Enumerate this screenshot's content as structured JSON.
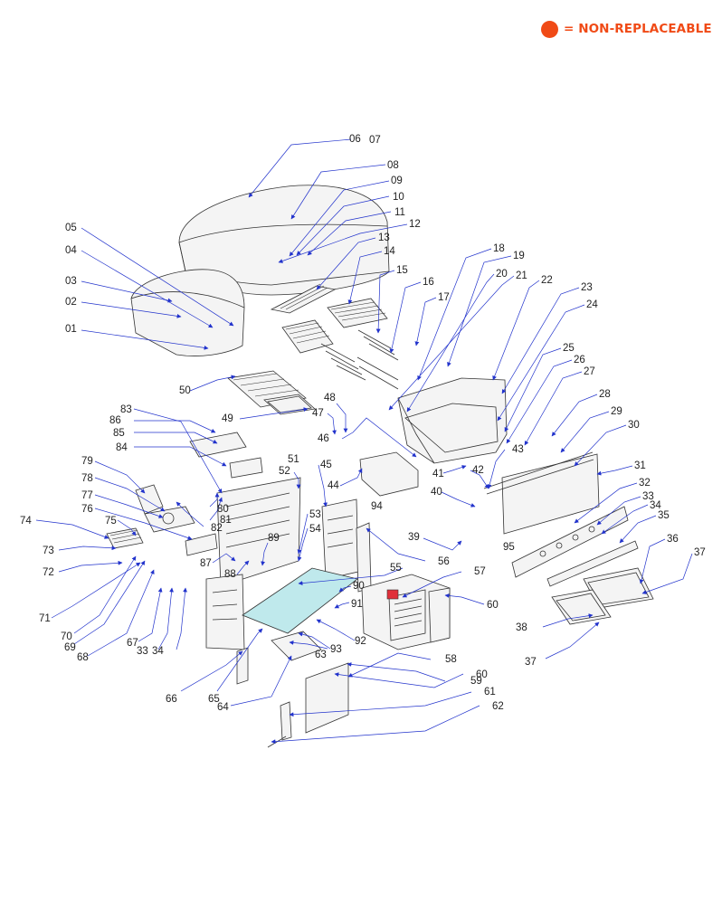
{
  "legend": {
    "text": "= NON-REPLACEABLE",
    "color": "#f04a16"
  },
  "colors": {
    "leader": "#2233cc",
    "part_stroke": "#333333",
    "highlight": "#bfe9ec",
    "marker": "#e0303a"
  },
  "labels": [
    {
      "id": "01",
      "text": "01"
    },
    {
      "id": "02",
      "text": "02"
    },
    {
      "id": "03",
      "text": "03"
    },
    {
      "id": "04",
      "text": "04"
    },
    {
      "id": "05",
      "text": "05"
    },
    {
      "id": "06",
      "text": "06"
    },
    {
      "id": "07",
      "text": "07"
    },
    {
      "id": "08",
      "text": "08"
    },
    {
      "id": "09",
      "text": "09"
    },
    {
      "id": "10",
      "text": "10"
    },
    {
      "id": "11",
      "text": "11"
    },
    {
      "id": "12",
      "text": "12"
    },
    {
      "id": "13",
      "text": "13"
    },
    {
      "id": "14",
      "text": "14"
    },
    {
      "id": "15",
      "text": "15"
    },
    {
      "id": "16",
      "text": "16"
    },
    {
      "id": "17",
      "text": "17"
    },
    {
      "id": "18",
      "text": "18"
    },
    {
      "id": "19",
      "text": "19"
    },
    {
      "id": "20",
      "text": "20"
    },
    {
      "id": "21",
      "text": "21"
    },
    {
      "id": "22",
      "text": "22"
    },
    {
      "id": "23",
      "text": "23"
    },
    {
      "id": "24",
      "text": "24"
    },
    {
      "id": "25",
      "text": "25"
    },
    {
      "id": "26",
      "text": "26"
    },
    {
      "id": "27",
      "text": "27"
    },
    {
      "id": "28",
      "text": "28"
    },
    {
      "id": "29",
      "text": "29"
    },
    {
      "id": "30",
      "text": "30"
    },
    {
      "id": "31",
      "text": "31"
    },
    {
      "id": "32",
      "text": "32"
    },
    {
      "id": "33a",
      "text": "33"
    },
    {
      "id": "34a",
      "text": "34"
    },
    {
      "id": "35",
      "text": "35"
    },
    {
      "id": "36",
      "text": "36"
    },
    {
      "id": "37a",
      "text": "37"
    },
    {
      "id": "37b",
      "text": "37"
    },
    {
      "id": "38",
      "text": "38"
    },
    {
      "id": "39",
      "text": "39"
    },
    {
      "id": "40",
      "text": "40"
    },
    {
      "id": "41",
      "text": "41"
    },
    {
      "id": "42",
      "text": "42"
    },
    {
      "id": "43",
      "text": "43"
    },
    {
      "id": "44",
      "text": "44"
    },
    {
      "id": "45",
      "text": "45"
    },
    {
      "id": "46",
      "text": "46"
    },
    {
      "id": "47",
      "text": "47"
    },
    {
      "id": "48",
      "text": "48"
    },
    {
      "id": "49",
      "text": "49"
    },
    {
      "id": "50",
      "text": "50"
    },
    {
      "id": "51",
      "text": "51"
    },
    {
      "id": "52",
      "text": "52"
    },
    {
      "id": "53",
      "text": "53"
    },
    {
      "id": "54",
      "text": "54"
    },
    {
      "id": "55",
      "text": "55"
    },
    {
      "id": "56",
      "text": "56"
    },
    {
      "id": "57",
      "text": "57"
    },
    {
      "id": "58",
      "text": "58"
    },
    {
      "id": "59",
      "text": "59"
    },
    {
      "id": "60a",
      "text": "60"
    },
    {
      "id": "60b",
      "text": "60"
    },
    {
      "id": "61",
      "text": "61"
    },
    {
      "id": "62",
      "text": "62"
    },
    {
      "id": "63",
      "text": "63"
    },
    {
      "id": "64",
      "text": "64"
    },
    {
      "id": "65",
      "text": "65"
    },
    {
      "id": "66",
      "text": "66"
    },
    {
      "id": "67",
      "text": "67"
    },
    {
      "id": "33b",
      "text": "33"
    },
    {
      "id": "34b",
      "text": "34"
    },
    {
      "id": "68",
      "text": "68"
    },
    {
      "id": "69",
      "text": "69"
    },
    {
      "id": "70",
      "text": "70"
    },
    {
      "id": "71",
      "text": "71"
    },
    {
      "id": "72",
      "text": "72"
    },
    {
      "id": "73",
      "text": "73"
    },
    {
      "id": "74",
      "text": "74"
    },
    {
      "id": "75",
      "text": "75"
    },
    {
      "id": "76",
      "text": "76"
    },
    {
      "id": "77",
      "text": "77"
    },
    {
      "id": "78",
      "text": "78"
    },
    {
      "id": "79",
      "text": "79"
    },
    {
      "id": "80",
      "text": "80"
    },
    {
      "id": "81",
      "text": "81"
    },
    {
      "id": "82",
      "text": "82"
    },
    {
      "id": "83",
      "text": "83"
    },
    {
      "id": "84",
      "text": "84"
    },
    {
      "id": "85",
      "text": "85"
    },
    {
      "id": "86",
      "text": "86"
    },
    {
      "id": "87",
      "text": "87"
    },
    {
      "id": "88",
      "text": "88"
    },
    {
      "id": "89",
      "text": "89"
    },
    {
      "id": "90",
      "text": "90"
    },
    {
      "id": "91",
      "text": "91"
    },
    {
      "id": "92",
      "text": "92"
    },
    {
      "id": "93",
      "text": "93"
    },
    {
      "id": "94",
      "text": "94"
    },
    {
      "id": "95",
      "text": "95"
    }
  ]
}
